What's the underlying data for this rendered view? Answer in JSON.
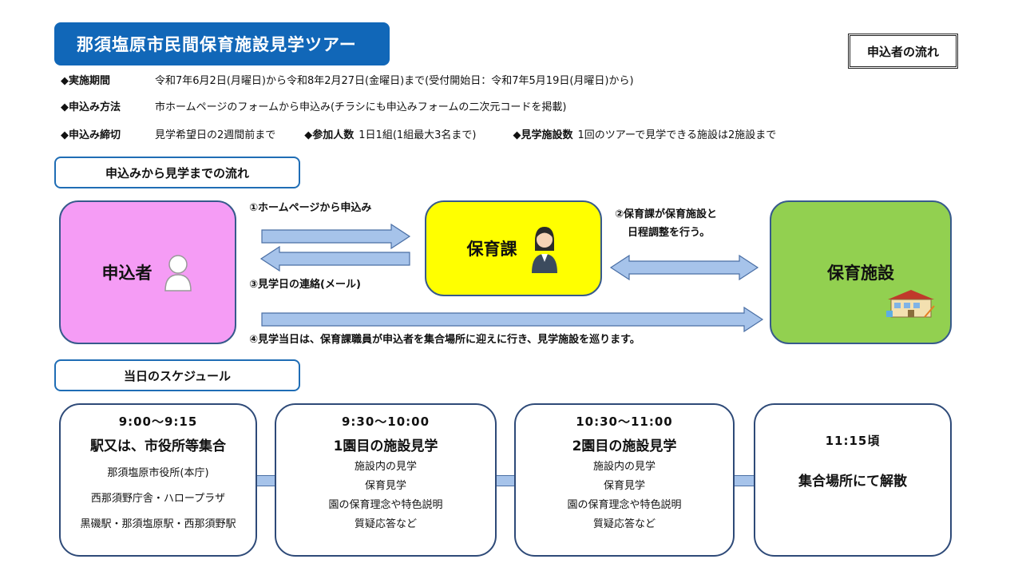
{
  "title": "那須塩原市民間保育施設見学ツアー",
  "flow_tag": "申込者の流れ",
  "info": {
    "period_label": "◆実施期間",
    "period_value": "令和7年6月2日(月曜日)から令和8年2月27日(金曜日)まで(受付開始日：令和7年5月19日(月曜日)から)",
    "method_label": "◆申込み方法",
    "method_value": "市ホームページのフォームから申込み(チラシにも申込みフォームの二次元コードを掲載)",
    "deadline_label": "◆申込み締切",
    "deadline_value": "見学希望日の2週間前まで",
    "participants_label": "◆参加人数",
    "participants_value": "1日1組(1組最大3名まで)",
    "facilities_label": "◆見学施設数",
    "facilities_value": "1回のツアーで見学できる施設は2施設まで"
  },
  "flow_section_label": "申込みから見学までの流れ",
  "flow": {
    "applicant": "申込者",
    "hoiku_ka": "保育課",
    "facility": "保育施設",
    "step1": "①ホームページから申込み",
    "step2_line1": "②保育課が保育施設と",
    "step2_line2": "日程調整を行う。",
    "step3": "③見学日の連絡(メール)",
    "step4": "④見学当日は、保育課職員が申込者を集合場所に迎えに行き、見学施設を巡ります。"
  },
  "schedule_section_label": "当日のスケジュール",
  "schedule": [
    {
      "time": "9:00〜9:15",
      "title": "駅又は、市役所等集合",
      "lines": [
        "那須塩原市役所(本庁)",
        "西那須野庁舎・ハロープラザ",
        "黒磯駅・那須塩原駅・西那須野駅"
      ]
    },
    {
      "time": "9:30〜10:00",
      "title": "1園目の施設見学",
      "lines": [
        "施設内の見学",
        "保育見学",
        "園の保育理念や特色説明",
        "質疑応答など"
      ]
    },
    {
      "time": "10:30〜11:00",
      "title": "2園目の施設見学",
      "lines": [
        "施設内の見学",
        "保育見学",
        "園の保育理念や特色説明",
        "質疑応答など"
      ]
    },
    {
      "time": "11:15頃",
      "title": "集合場所にて解散",
      "lines": []
    }
  ],
  "colors": {
    "banner": "#1167b8",
    "applicant_box": "#f59cf5",
    "hoiku_box": "#ffff00",
    "facility_box": "#92d050",
    "arrow_fill": "#a6c3ea",
    "arrow_stroke": "#4a6fa5"
  }
}
